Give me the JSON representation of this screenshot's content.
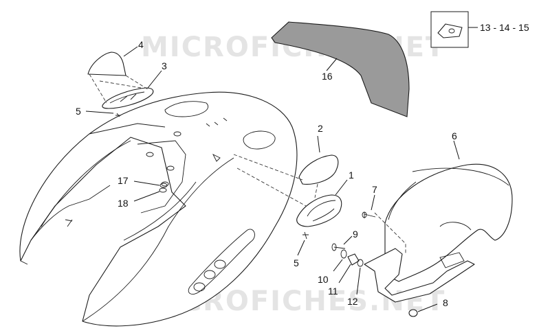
{
  "watermark": {
    "top": "MICROFICHES.NET",
    "bottom": "MICROFICHES.NET"
  },
  "callouts": {
    "p1": "1",
    "p2": "2",
    "p3": "3",
    "p4": "4",
    "p5a": "5",
    "p5b": "5",
    "p6": "6",
    "p7": "7",
    "p8": "8",
    "p9": "9",
    "p10": "10",
    "p11": "11",
    "p12": "12",
    "p16": "16",
    "p17": "17",
    "p18": "18"
  },
  "inset": {
    "label": "13 - 14 - 15"
  },
  "colors": {
    "panel_fill": "#9a9a9a",
    "line": "#1a1a1a",
    "watermark": "#e4e4e4"
  }
}
